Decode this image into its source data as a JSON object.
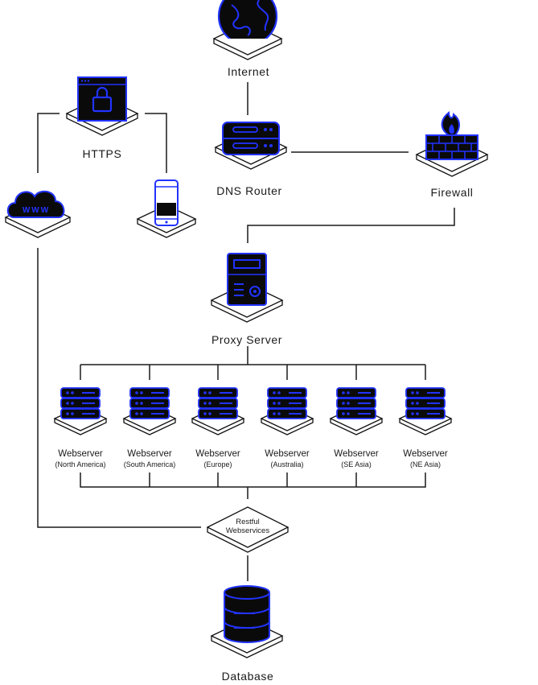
{
  "colors": {
    "accent": "#2233ff",
    "device": "#0a0a0a",
    "line": "#1a1a1a"
  },
  "nodes": {
    "internet": {
      "label": "Internet",
      "icon": "globe-icon"
    },
    "https": {
      "label": "HTTPS",
      "icon": "lock-window-icon"
    },
    "dns_router": {
      "label": "DNS Router",
      "icon": "router-icon"
    },
    "firewall": {
      "label": "Firewall",
      "icon": "firewall-icon"
    },
    "www_cloud": {
      "icon": "www-cloud-icon"
    },
    "mobile": {
      "icon": "mobile-phone-icon"
    },
    "proxy_server": {
      "label": "Proxy Server",
      "icon": "proxy-server-icon"
    },
    "restful": {
      "line1": "Restful",
      "line2": "Webservices"
    },
    "database": {
      "label": "Database",
      "icon": "database-icon"
    }
  },
  "webservers": [
    {
      "label": "Webserver",
      "region": "(North America)"
    },
    {
      "label": "Webserver",
      "region": "(South America)"
    },
    {
      "label": "Webserver",
      "region": "(Europe)"
    },
    {
      "label": "Webserver",
      "region": "(Australia)"
    },
    {
      "label": "Webserver",
      "region": "(SE Asia)"
    },
    {
      "label": "Webserver",
      "region": "(NE Asia)"
    }
  ]
}
